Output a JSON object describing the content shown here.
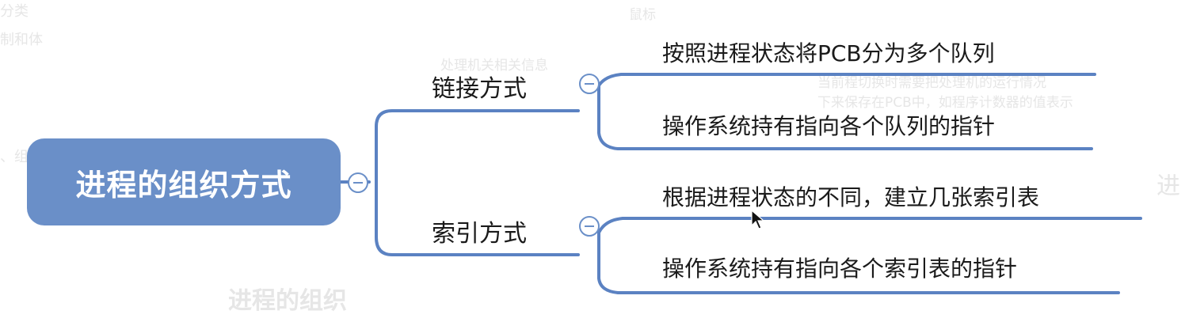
{
  "background_text": {
    "top_left_1": "分类",
    "top_left_2": "制和体",
    "left_mid": "、组织",
    "top_center_1": "处理机关相关信息",
    "top_center_2": "鼠标",
    "right_1": "当前程切换时需要把处理机的运行情况",
    "right_2": "下来保存在PCB中，如程序计数器的值表示",
    "right_edge": "进",
    "bottom_title": "进程的组织"
  },
  "mindmap": {
    "root": "进程的组织方式",
    "branches": [
      {
        "label": "链接方式",
        "leaves": [
          "按照进程状态将PCB分为多个队列",
          "操作系统持有指向各个队列的指针"
        ]
      },
      {
        "label": "索引方式",
        "leaves": [
          "根据进程状态的不同，建立几张索引表",
          "操作系统持有指向各个索引表的指针"
        ]
      }
    ]
  },
  "colors": {
    "accent": "#6a8fc8",
    "line": "#5b82c2",
    "text": "#1a1a1a"
  }
}
